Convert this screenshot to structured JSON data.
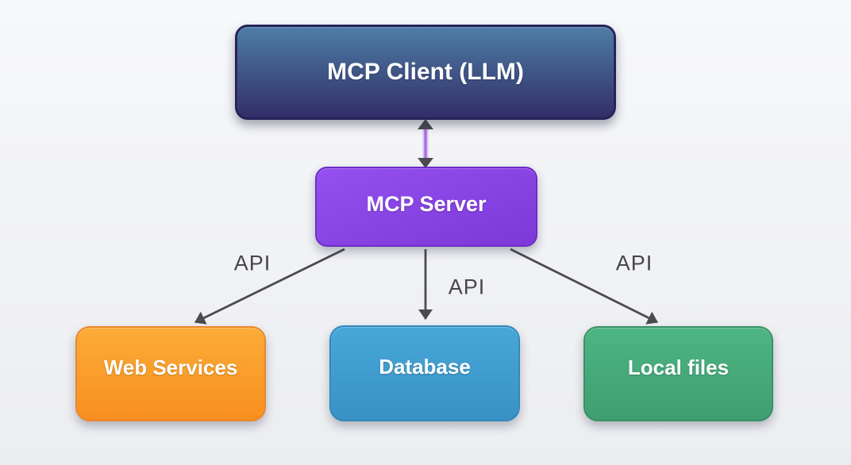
{
  "nodes": {
    "client": {
      "label": "MCP Client (LLM)"
    },
    "server": {
      "label": "MCP Server"
    },
    "web": {
      "label": "Web Services"
    },
    "db": {
      "label": "Database"
    },
    "files": {
      "label": "Local files"
    }
  },
  "edges": {
    "client_server": {
      "type": "bidirectional-arrow"
    },
    "server_web": {
      "label": "API"
    },
    "server_db": {
      "label": "API"
    },
    "server_files": {
      "label": "API"
    }
  },
  "colors": {
    "bg-top": "#f7f8fa",
    "bg-bottom": "#ecedf0",
    "client-top": "#4e7da6",
    "client-bottom": "#322e68",
    "client-border": "#27235a",
    "server-top": "#9550ef",
    "server-bottom": "#7c38d8",
    "server-border": "#6c2ec4",
    "web-top": "#fcac38",
    "web-bottom": "#f78f20",
    "web-border": "#ea8628",
    "db-top": "#47a7d8",
    "db-bottom": "#3a92c5",
    "db-border": "#3187bd",
    "files-top": "#4db583",
    "files-bottom": "#3f9e6f",
    "files-border": "#379066",
    "arrow": "#4b4b50",
    "link": "#a46ae0",
    "link-halo": "#d9c0f6",
    "edge-label": "#46464c",
    "node-text": "#ffffff"
  }
}
